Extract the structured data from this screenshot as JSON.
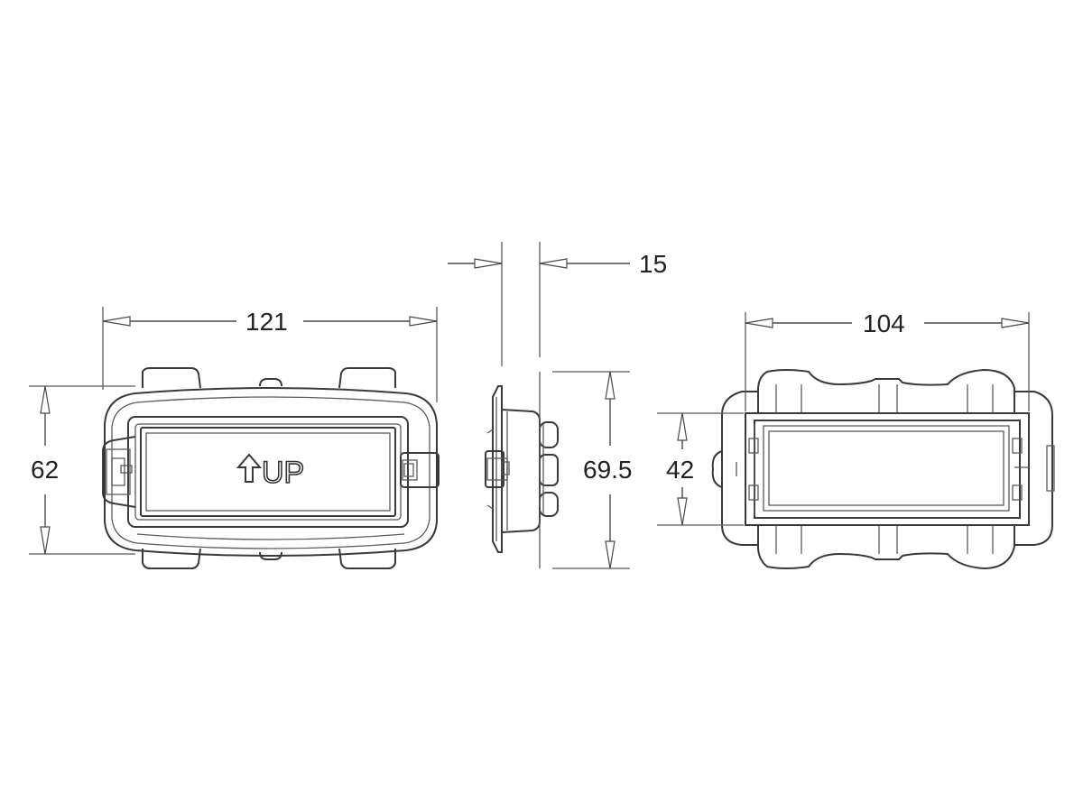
{
  "dimensions": {
    "front_width": "121",
    "front_height": "62",
    "side_thickness": "15",
    "side_height": "69.5",
    "rear_width": "104",
    "rear_inner_height": "42"
  },
  "front_view": {
    "cover_label": "UP",
    "cover_icon": "up-arrow-icon"
  },
  "colors": {
    "line": "#3a3a3a",
    "background": "#ffffff"
  }
}
